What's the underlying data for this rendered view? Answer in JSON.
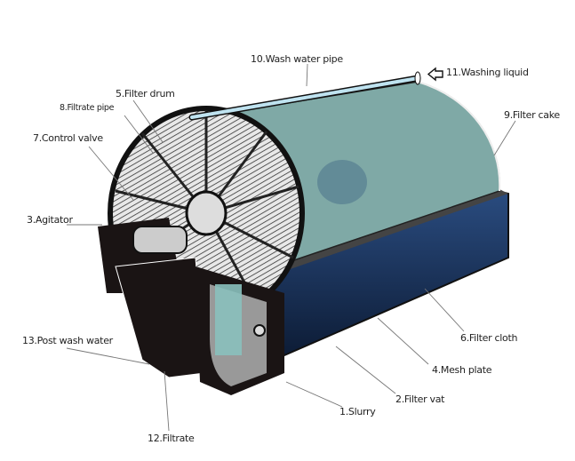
{
  "diagram": {
    "labels": {
      "slurry": "1.Slurry",
      "filter_vat": "2.Filter vat",
      "agitator": "3.Agitator",
      "mesh_plate": "4.Mesh plate",
      "filter_drum": "5.Filter drum",
      "filter_cloth": "6.Filter cloth",
      "control_valve": "7.Control valve",
      "filtrate_pipe": "8.Filtrate pipe",
      "filter_cake": "9.Filter cake",
      "wash_water_pipe": "10.Wash water pipe",
      "washing_liquid": "11.Washing liquid",
      "filtrate": "12.Filtrate",
      "post_wash_water": "13.Post wash water"
    },
    "colors": {
      "cake": "#7fa9a6",
      "vat_blue": "#1c3a66",
      "frame": "#1a1414",
      "pipe": "#bfe3f0"
    }
  }
}
